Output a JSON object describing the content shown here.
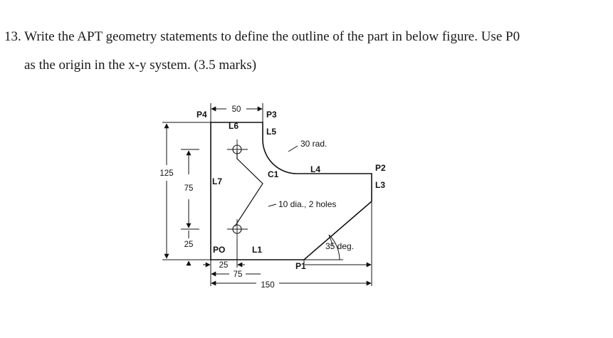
{
  "question": {
    "line1": "13. Write the APT geometry statements to define the outline of the part in below figure. Use P0",
    "line2": "as the origin in the x-y system. (3.5 marks)"
  },
  "figure": {
    "points": {
      "p0": "PO",
      "p1": "P1",
      "p2": "P2",
      "p3": "P3",
      "p4": "P4"
    },
    "lines": {
      "l1": "L1",
      "l3": "L3",
      "l4": "L4",
      "l5": "L5",
      "l6": "L6",
      "l7": "L7"
    },
    "circle": "C1",
    "dimensions": {
      "top_width": "50",
      "height_total": "125",
      "hole_spacing": "75",
      "hole_bottom": "25",
      "hole_x": "25",
      "hole_x2": "75",
      "base_width": "150"
    },
    "annotations": {
      "radius": "30 rad.",
      "holes": "10 dia., 2 holes",
      "angle": "35 deg."
    }
  }
}
